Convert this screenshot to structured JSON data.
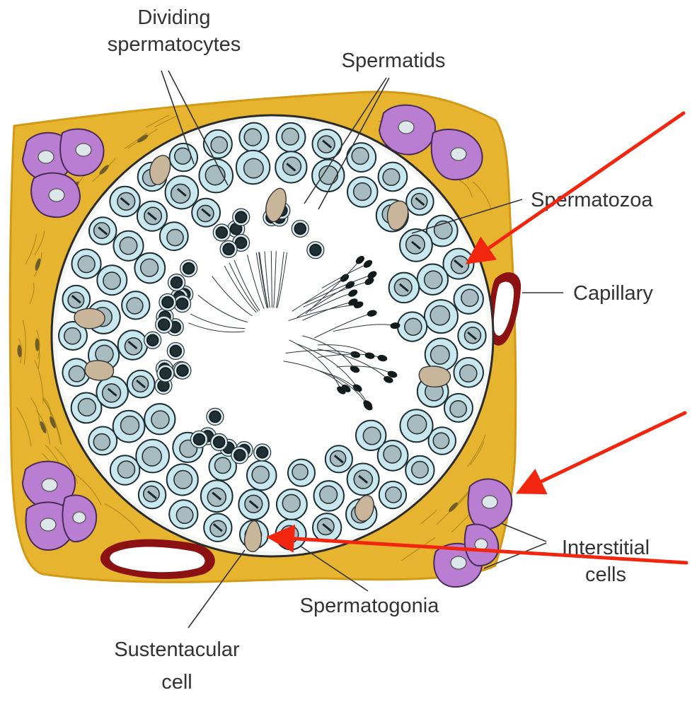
{
  "diagram": {
    "labels": {
      "dividing_spermatocytes_line1": "Dividing",
      "dividing_spermatocytes_line2": "spermatocytes",
      "spermatids": "Spermatids",
      "spermatozoa": "Spermatozoa",
      "capillary": "Capillary",
      "interstitial_cells_line1": "Interstitial",
      "interstitial_cells_line2": "cells",
      "spermatogonia": "Spermatogonia",
      "sustentacular_cell_line1": "Sustentacular",
      "sustentacular_cell_line2": "cell"
    },
    "colors": {
      "connective_tissue": "#e6b42e",
      "connective_tissue_edge": "#d29a17",
      "lumen": "#ffffff",
      "cell_cytoplasm": "#c9e7ee",
      "interstitial_cells": "#b97ed2",
      "capillary_wall": "#8b1113",
      "annotation_arrows": "#f2250f"
    }
  }
}
